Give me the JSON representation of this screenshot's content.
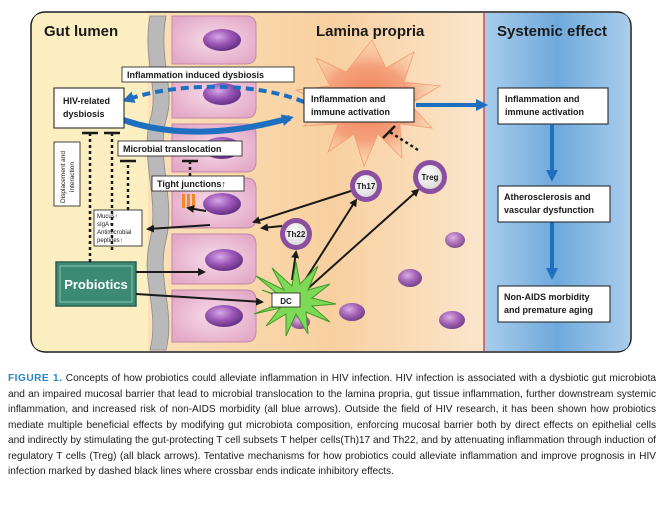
{
  "regions": {
    "gut_lumen": "Gut lumen",
    "lamina_propria": "Lamina propria",
    "systemic_effect": "Systemic effect"
  },
  "boxes": {
    "hiv_dysbiosis": [
      "HIV-related",
      "dysbiosis"
    ],
    "inflammation_lp": [
      "Inflammation and",
      "immune activation"
    ],
    "inflammation_sys": [
      "Inflammation and",
      "immune activation"
    ],
    "atherosclerosis": [
      "Atherosclerosis and",
      "vascular dysfunction"
    ],
    "non_aids": [
      "Non-AIDS morbidity",
      "and premature aging"
    ],
    "probiotics": "Probiotics",
    "mucus": [
      "Mucus↑",
      "sIgA↑",
      "Antimicrobial",
      "peptides↑"
    ]
  },
  "labels": {
    "inflammation_dysbiosis": "Inflammation induced dysbiosis",
    "microbial_translocation": "Microbial translocation",
    "tight_junctions": "Tight junctions↑",
    "displacement": [
      "Displacement and",
      "interaction"
    ]
  },
  "cells": {
    "th17": "Th17",
    "treg": "Treg",
    "th22": "Th22",
    "dc": "DC"
  },
  "colors": {
    "blue_arrow": "#1e6fc0",
    "probiotics_fill": "#3d8a74",
    "lumen_bg": "#fbeec0",
    "lamina_bg": "#f9d6a8",
    "systemic_bg": "#7fb4e0",
    "cell_fill": "#f0c9dc",
    "nucleus": "#8b4ea5",
    "caption_label": "#2a86c9"
  },
  "caption": {
    "label": "FIGURE 1.",
    "text": "Concepts of how probiotics could alleviate inflammation in HIV infection. HIV infection is associated with a dysbiotic gut microbiota and an impaired mucosal barrier that lead to microbial translocation to the lamina propria, gut tissue inflammation, further downstream systemic inflammation, and increased risk of non-AIDS morbidity (all blue arrows). Outside the field of HIV research, it has been shown how probiotics mediate multiple beneficial effects by modifying gut microbiota composition, enforcing mucosal barrier both by direct effects on epithelial cells and indirectly by stimulating the gut-protecting T cell subsets T helper cells(Th)17 and Th22, and by attenuating inflammation through induction of regulatory T cells (Treg) (all black arrows). Tentative mechanisms for how probiotics could alleviate inflammation and improve prognosis in HIV infection marked by dashed black lines where crossbar ends indicate inhibitory effects."
  }
}
